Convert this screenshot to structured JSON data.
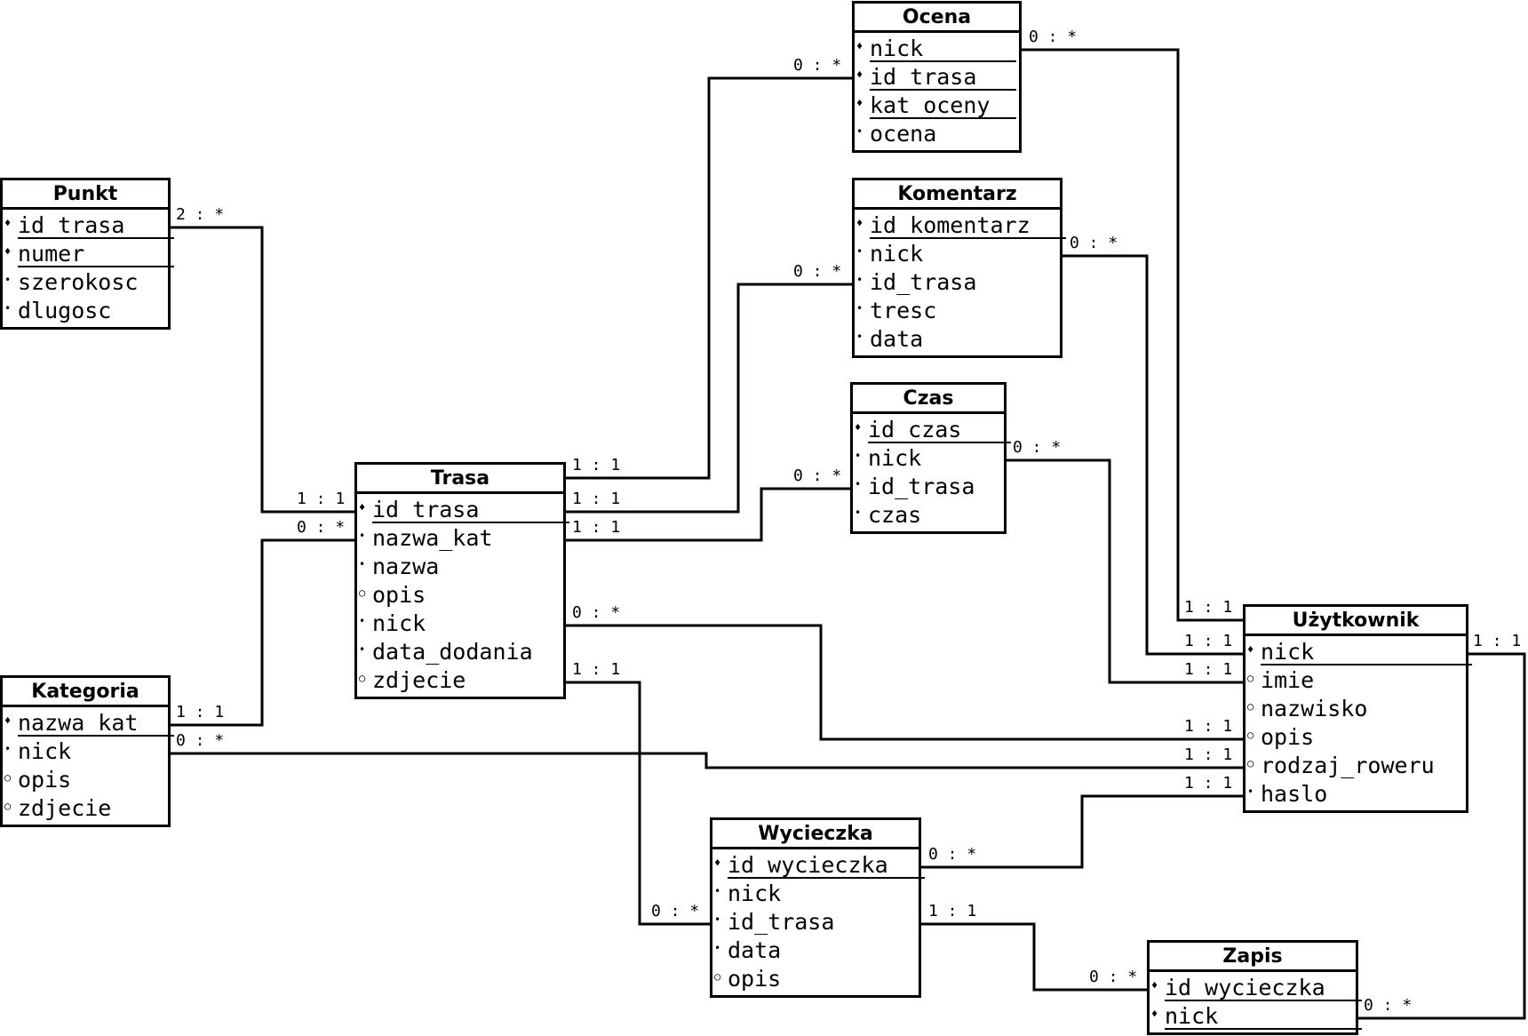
{
  "entities": [
    {
      "name": "Ocena",
      "attributes": [
        {
          "marker": "♦",
          "name": "nick",
          "pk": true
        },
        {
          "marker": "♦",
          "name": "id_trasa",
          "pk": true
        },
        {
          "marker": "♦",
          "name": "kat_oceny",
          "pk": true
        },
        {
          "marker": "•",
          "name": "ocena",
          "pk": false
        }
      ]
    },
    {
      "name": "Komentarz",
      "attributes": [
        {
          "marker": "♦",
          "name": "id_komentarz",
          "pk": true
        },
        {
          "marker": "•",
          "name": "nick",
          "pk": false
        },
        {
          "marker": "•",
          "name": "id_trasa",
          "pk": false
        },
        {
          "marker": "•",
          "name": "tresc",
          "pk": false
        },
        {
          "marker": "•",
          "name": "data",
          "pk": false
        }
      ]
    },
    {
      "name": "Czas",
      "attributes": [
        {
          "marker": "♦",
          "name": "id_czas",
          "pk": true
        },
        {
          "marker": "•",
          "name": "nick",
          "pk": false
        },
        {
          "marker": "•",
          "name": "id_trasa",
          "pk": false
        },
        {
          "marker": "•",
          "name": "czas",
          "pk": false
        }
      ]
    },
    {
      "name": "Punkt",
      "attributes": [
        {
          "marker": "♦",
          "name": "id_trasa",
          "pk": true
        },
        {
          "marker": "♦",
          "name": "numer",
          "pk": true
        },
        {
          "marker": "•",
          "name": "szerokosc",
          "pk": false
        },
        {
          "marker": "•",
          "name": "dlugosc",
          "pk": false
        }
      ]
    },
    {
      "name": "Trasa",
      "attributes": [
        {
          "marker": "♦",
          "name": "id_trasa",
          "pk": true
        },
        {
          "marker": "•",
          "name": "nazwa_kat",
          "pk": false
        },
        {
          "marker": "•",
          "name": "nazwa",
          "pk": false
        },
        {
          "marker": "○",
          "name": "opis",
          "pk": false
        },
        {
          "marker": "•",
          "name": "nick",
          "pk": false
        },
        {
          "marker": "•",
          "name": "data_dodania",
          "pk": false
        },
        {
          "marker": "○",
          "name": "zdjecie",
          "pk": false
        }
      ]
    },
    {
      "name": "Kategoria",
      "attributes": [
        {
          "marker": "♦",
          "name": "nazwa_kat",
          "pk": true
        },
        {
          "marker": "•",
          "name": "nick",
          "pk": false
        },
        {
          "marker": "○",
          "name": "opis",
          "pk": false
        },
        {
          "marker": "○",
          "name": "zdjecie",
          "pk": false
        }
      ]
    },
    {
      "name": "Użytkownik",
      "attributes": [
        {
          "marker": "♦",
          "name": "nick",
          "pk": true
        },
        {
          "marker": "○",
          "name": "imie",
          "pk": false
        },
        {
          "marker": "○",
          "name": "nazwisko",
          "pk": false
        },
        {
          "marker": "○",
          "name": "opis",
          "pk": false
        },
        {
          "marker": "○",
          "name": "rodzaj_roweru",
          "pk": false
        },
        {
          "marker": "•",
          "name": "haslo",
          "pk": false
        }
      ]
    },
    {
      "name": "Wycieczka",
      "attributes": [
        {
          "marker": "♦",
          "name": "id_wycieczka",
          "pk": true
        },
        {
          "marker": "•",
          "name": "nick",
          "pk": false
        },
        {
          "marker": "•",
          "name": "id_trasa",
          "pk": false
        },
        {
          "marker": "•",
          "name": "data",
          "pk": false
        },
        {
          "marker": "○",
          "name": "opis",
          "pk": false
        }
      ]
    },
    {
      "name": "Zapis",
      "attributes": [
        {
          "marker": "♦",
          "name": "id_wycieczka",
          "pk": true
        },
        {
          "marker": "♦",
          "name": "nick",
          "pk": true
        }
      ]
    }
  ],
  "relationships": [
    {
      "from": "Punkt",
      "to": "Trasa",
      "from_card": "2 : *",
      "to_card": "1 : 1"
    },
    {
      "from": "Kategoria",
      "to": "Trasa",
      "from_card": "1 : 1",
      "to_card": "0 : *"
    },
    {
      "from": "Trasa",
      "to": "Ocena",
      "from_card": "1 : 1",
      "to_card": "0 : *"
    },
    {
      "from": "Trasa",
      "to": "Komentarz",
      "from_card": "1 : 1",
      "to_card": "0 : *"
    },
    {
      "from": "Trasa",
      "to": "Czas",
      "from_card": "1 : 1",
      "to_card": "0 : *"
    },
    {
      "from": "Trasa",
      "to": "Użytkownik",
      "from_card": "0 : *",
      "to_card": "1 : 1"
    },
    {
      "from": "Trasa",
      "to": "Wycieczka",
      "from_card": "1 : 1",
      "to_card": "0 : *"
    },
    {
      "from": "Ocena",
      "to": "Użytkownik",
      "from_card": "0 : *",
      "to_card": "1 : 1"
    },
    {
      "from": "Komentarz",
      "to": "Użytkownik",
      "from_card": "0 : *",
      "to_card": "1 : 1"
    },
    {
      "from": "Czas",
      "to": "Użytkownik",
      "from_card": "0 : *",
      "to_card": "1 : 1"
    },
    {
      "from": "Kategoria",
      "to": "Użytkownik",
      "from_card": "0 : *",
      "to_card": "1 : 1"
    },
    {
      "from": "Wycieczka",
      "to": "Użytkownik",
      "from_card": "0 : *",
      "to_card": "1 : 1"
    },
    {
      "from": "Wycieczka",
      "to": "Zapis",
      "from_card": "1 : 1",
      "to_card": "0 : *"
    },
    {
      "from": "Użytkownik",
      "to": "Zapis",
      "from_card": "1 : 1",
      "to_card": "0 : *"
    }
  ]
}
